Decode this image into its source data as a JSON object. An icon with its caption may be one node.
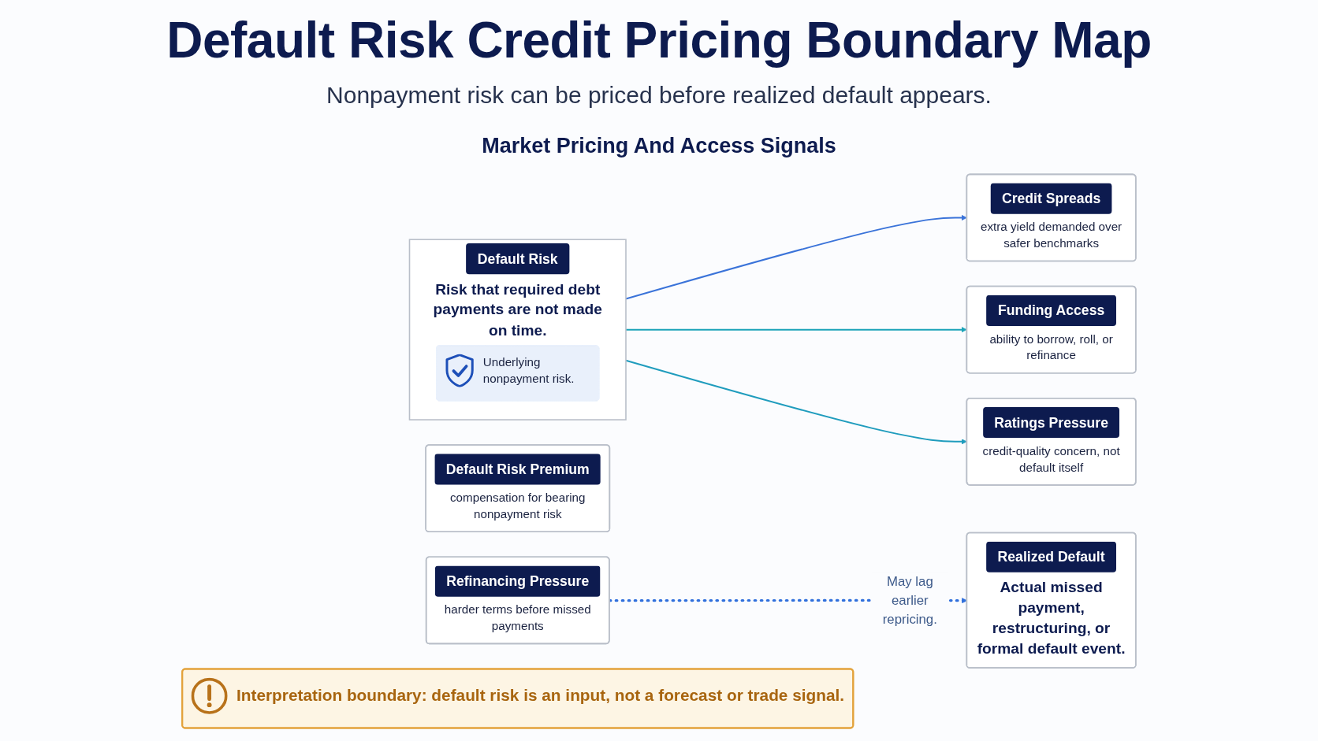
{
  "diagram": {
    "title": "Default Risk Credit Pricing Boundary Map",
    "nodes": [
      {
        "text": [
          "Default Risk",
          "Risk that required debt payments are not made on time."
        ]
      },
      {
        "text": [
          "Underlying nonpayment risk."
        ],
        "in": 0
      },
      {
        "text": [
          "Credit Spreads",
          "extra yield demanded over safer benchmarks"
        ]
      },
      {
        "text": [
          "Default Risk Premium",
          "compensation for bearing nonpayment risk"
        ]
      },
      {
        "text": [
          "Funding Access",
          "ability to borrow, roll, or refinance"
        ]
      },
      {
        "text": [
          "Refinancing Pressure",
          "harder terms before missed payments"
        ]
      },
      {
        "text": [
          "Ratings Pressure",
          "credit-quality concern, not default itself"
        ]
      },
      {
        "text": [
          "Realized Default",
          "Actual missed payment, restructuring, or formal default event."
        ]
      },
      {
        "text": [
          "Interpretation boundary: default risk is an input, not a forecast or trade signal."
        ]
      }
    ],
    "edges": [
      {
        "from": 0,
        "to": 2,
        "arrow": "to",
        "color": "#3a73d9"
      },
      {
        "from": 0,
        "to": 4,
        "arrow": "to",
        "color": "#1ba3b8"
      },
      {
        "from": 0,
        "to": 6,
        "arrow": "to",
        "color": "#1f9cbd"
      },
      {
        "from": 5,
        "to": 7,
        "arrow": "to",
        "label": "May lag earlier repricing.",
        "style": "dashed",
        "color": "#2f6fdc"
      }
    ],
    "labels": [
      "Nonpayment risk can be priced before realized default appears.",
      "Market Pricing And Access Signals"
    ]
  }
}
